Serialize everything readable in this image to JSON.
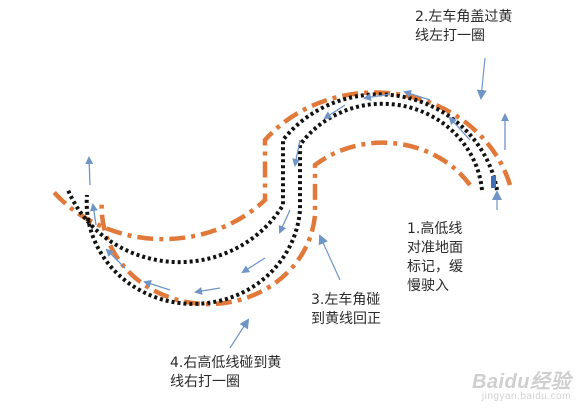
{
  "colors": {
    "outer_orange": "#e0793a",
    "black_dots": "#111111",
    "arrow_blue": "#6f95c6",
    "car_marker": "#3f6fb6"
  },
  "labels": {
    "step2": "2.左车角盖过黄\n线左打一圈",
    "step1": "1.高低线\n对准地面\n标记，缓\n慢驶入",
    "step3": "3.左车角碰\n到黄线回正",
    "step4": "4.右高低线碰到黄\n线右打一圈"
  },
  "watermark": {
    "logo": "Baidu经验",
    "url": "jingyan.baidu.com"
  }
}
